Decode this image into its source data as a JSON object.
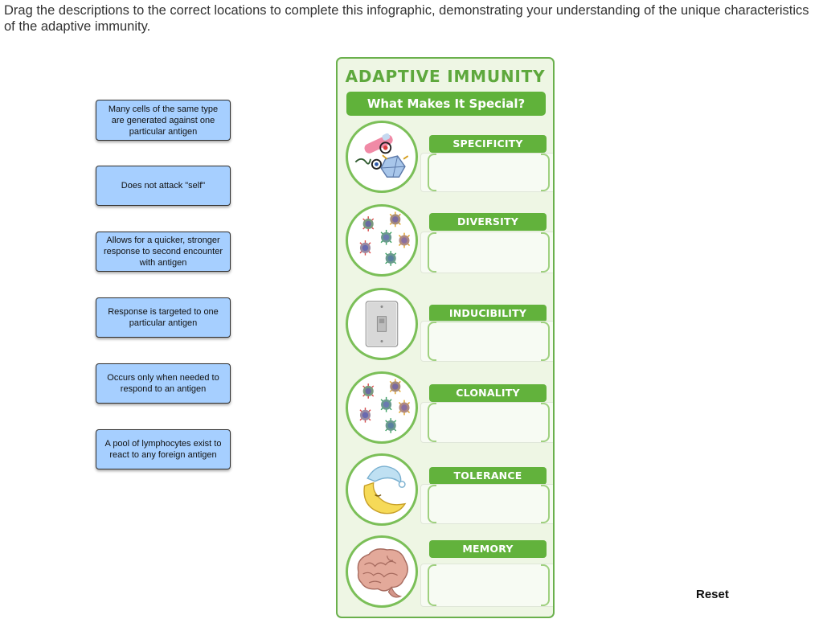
{
  "instructions": "Drag the descriptions to the correct locations to complete this infographic, demonstrating your understanding of the unique characteristics of the adaptive immunity.",
  "cards": [
    "Many cells of the same type are generated against one particular antigen",
    "Does not attack \"self\"",
    "Allows for a quicker, stronger response to second encounter with antigen",
    "Response is targeted to one particular antigen",
    "Occurs only when needed to respond to an antigen",
    "A pool of lymphocytes exist to react to any foreign antigen"
  ],
  "panel": {
    "title": "ADAPTIVE IMMUNITY",
    "subtitle": "What Makes It Special?",
    "rows": [
      {
        "label": "SPECIFICITY",
        "icon": "antigen-receptor-icon"
      },
      {
        "label": "DIVERSITY",
        "icon": "varied-lymphocytes-icon"
      },
      {
        "label": "INDUCIBILITY",
        "icon": "light-switch-icon"
      },
      {
        "label": "CLONALITY",
        "icon": "cloned-lymphocytes-icon"
      },
      {
        "label": "TOLERANCE",
        "icon": "sleeping-moon-icon"
      },
      {
        "label": "MEMORY",
        "icon": "brain-icon"
      }
    ]
  },
  "reset_label": "Reset",
  "colors": {
    "card_bg": "#a6cfff",
    "panel_green": "#60b23a",
    "panel_bg": "#eef6e4",
    "title_green": "#5ea83d"
  }
}
